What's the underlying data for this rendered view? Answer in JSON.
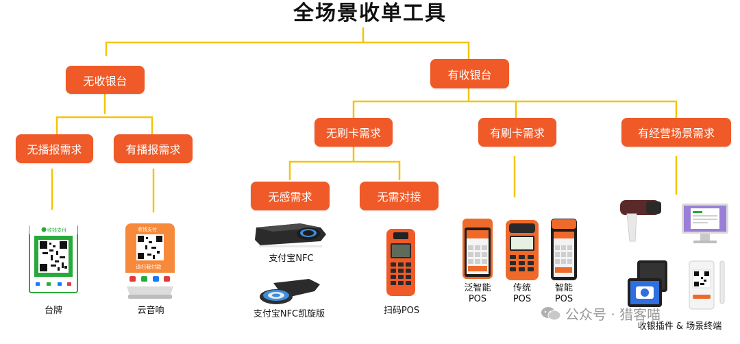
{
  "title": "全场景收单工具",
  "colors": {
    "accent": "#ef5a28",
    "connector": "#f5c400"
  },
  "nodes": {
    "no_cashier": "无收银台",
    "has_cashier": "有收银台",
    "no_broadcast": "无播报需求",
    "has_broadcast": "有播报需求",
    "no_card": "无刷卡需求",
    "has_card": "有刷卡需求",
    "biz_scene": "有经营场景需求",
    "no_sense": "无感需求",
    "no_integration": "无需对接"
  },
  "devices": {
    "stand_sign": "台牌",
    "cloud_speaker": "云音响",
    "alipay_nfc": "支付宝NFC",
    "alipay_nfc_kx": "支付宝NFC凯旋版",
    "scan_pos": "扫码POS",
    "pan_smart_pos": "泛智能\nPOS",
    "traditional_pos": "传统\nPOS",
    "smart_pos": "智能\nPOS",
    "plugin_terminal": "收银插件 & 场景终端"
  },
  "device_text": {
    "sign_header": "收钱支付",
    "speaker_header": "收钱支付",
    "speaker_scan": "请扫我付款"
  },
  "watermark": "公众号 · 猎客喵"
}
